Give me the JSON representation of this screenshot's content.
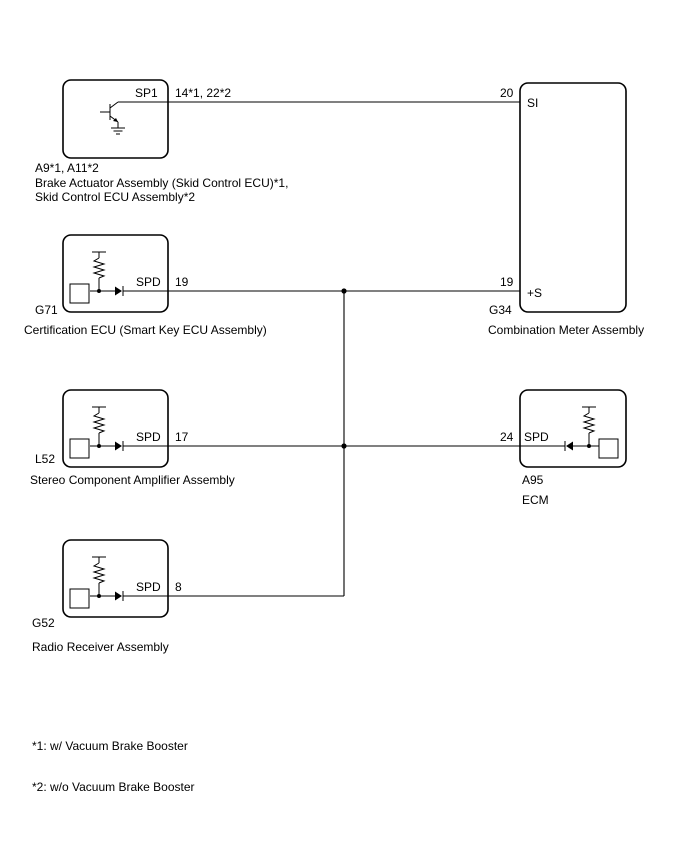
{
  "components": {
    "brake_actuator": {
      "pin_name": "SP1",
      "pin_number": "14*1, 22*2",
      "connector": "A9*1, A11*2",
      "name_line1": "Brake Actuator Assembly (Skid Control ECU)*1,",
      "name_line2": "Skid Control ECU Assembly*2"
    },
    "combination_meter": {
      "connector": "G34",
      "name": "Combination Meter Assembly",
      "pin_si_name": "SI",
      "pin_si_number": "20",
      "pin_s_name": "+S",
      "pin_s_number": "19"
    },
    "certification_ecu": {
      "connector": "G71",
      "name": "Certification ECU (Smart Key ECU Assembly)",
      "pin_name": "SPD",
      "pin_number": "19"
    },
    "stereo_amp": {
      "connector": "L52",
      "name": "Stereo Component Amplifier Assembly",
      "pin_name": "SPD",
      "pin_number": "17"
    },
    "ecm": {
      "connector": "A95",
      "name": "ECM",
      "pin_name": "SPD",
      "pin_number": "24"
    },
    "radio_receiver": {
      "connector": "G52",
      "name": "Radio Receiver Assembly",
      "pin_name": "SPD",
      "pin_number": "8"
    }
  },
  "footnotes": {
    "note1": "*1: w/ Vacuum Brake Booster",
    "note2": "*2: w/o Vacuum Brake Booster"
  }
}
